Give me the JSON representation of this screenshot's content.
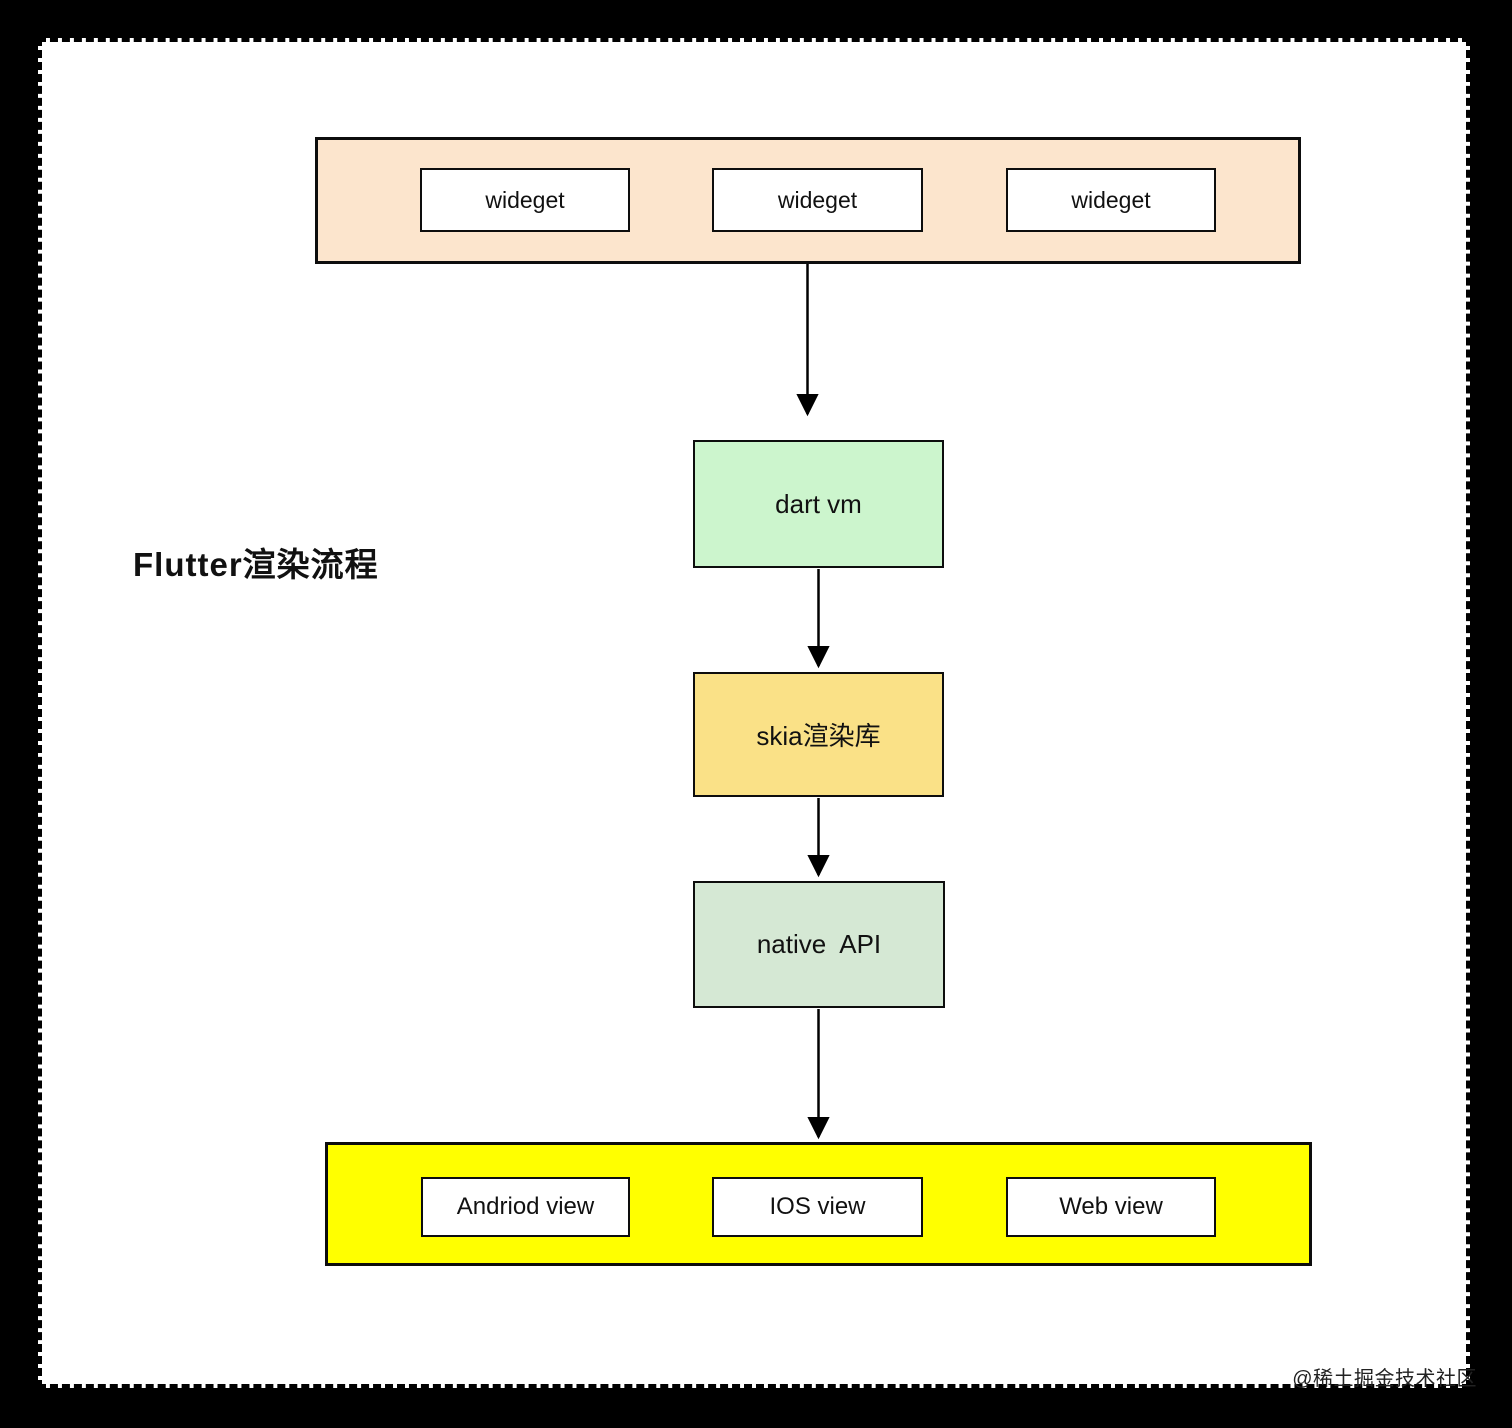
{
  "page": {
    "watermark": "@稀土掘金技术社区",
    "outside_background": "#000000",
    "panel_background": "#FFFFFF",
    "panel_border_style": "dashed",
    "panel_border_color": "#000000"
  },
  "diagram": {
    "title": "Flutter渲染流程",
    "widget_layer": {
      "fill": "#FCE5CD",
      "widgets": [
        {
          "label": "wideget"
        },
        {
          "label": "wideget"
        },
        {
          "label": "wideget"
        }
      ]
    },
    "flow_nodes": [
      {
        "id": "dart-vm",
        "label": "dart vm",
        "fill": "#CCF5CD"
      },
      {
        "id": "skia",
        "label": "skia渲染库",
        "fill": "#FAE187"
      },
      {
        "id": "native-api",
        "label": "native  API",
        "fill": "#D5E8D4"
      }
    ],
    "platform_layer": {
      "fill": "#FFFF00",
      "views": [
        {
          "label": "Andriod view"
        },
        {
          "label": "IOS view"
        },
        {
          "label": "Web view"
        }
      ]
    },
    "arrow_color": "#000000",
    "text_color": "#111111"
  }
}
